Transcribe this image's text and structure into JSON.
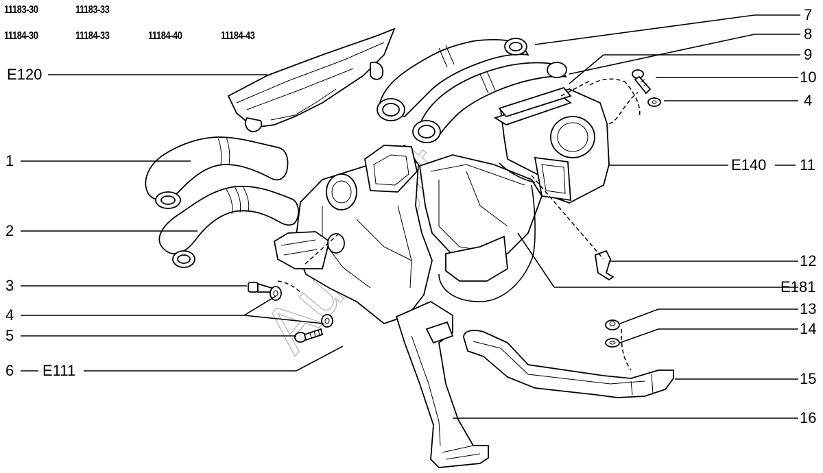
{
  "models": [
    "11183-30",
    "11183-33",
    "11184-30",
    "11184-33",
    "11184-40",
    "11184-43"
  ],
  "watermark": "Autosoft",
  "callouts": {
    "e120": "E120",
    "n1": "1",
    "n2": "2",
    "n3": "3",
    "n4a": "4",
    "n5": "5",
    "n6": "6",
    "e111": "E111",
    "n7": "7",
    "n8": "8",
    "n9": "9",
    "n10": "10",
    "n4b": "4",
    "e140": "E140",
    "n11": "11",
    "n12": "12",
    "e181": "E181",
    "n13": "13",
    "n14": "14",
    "n15": "15",
    "n16": "16"
  }
}
